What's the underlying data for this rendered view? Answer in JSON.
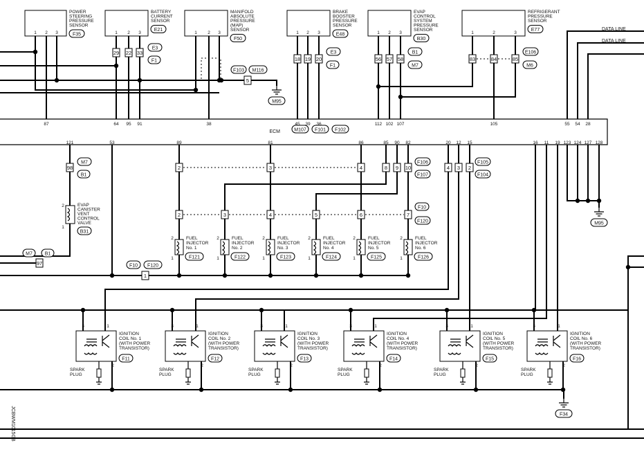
{
  "sensors": {
    "ps": {
      "name": [
        "POWER",
        "STEERING",
        "PRESSURE",
        "SENSOR"
      ],
      "conn": "F35",
      "pins": [
        "1",
        "2",
        "3"
      ]
    },
    "bc": {
      "name": [
        "BATTERY",
        "CURRENT",
        "SENSOR"
      ],
      "conn": "E21",
      "pins": [
        "1",
        "2",
        "3"
      ]
    },
    "map": {
      "name": [
        "MANIFOLD",
        "ABSOLUTE",
        "PRESSURE",
        "(MAP)",
        "SENSOR"
      ],
      "conn": "F50",
      "pins": [
        "1",
        "2",
        "3"
      ]
    },
    "bb": {
      "name": [
        "BRAKE",
        "BOOSTER",
        "PRESSURE",
        "SENSOR"
      ],
      "conn": "E48",
      "pins": [
        "1",
        "2",
        "3"
      ]
    },
    "evap": {
      "name": [
        "EVAP",
        "CONTROL",
        "SYSTEM",
        "PRESSURE",
        "SENSOR"
      ],
      "conn": "B30",
      "pins": [
        "1",
        "2",
        "3"
      ]
    },
    "ref": {
      "name": [
        "REFRIGERANT",
        "PRESSURE",
        "SENSOR"
      ],
      "conn": "E77",
      "pins": [
        "1",
        "2",
        "3"
      ]
    }
  },
  "joints": {
    "j1": {
      "pins": [
        "29",
        "22",
        "33"
      ],
      "c1": "E3",
      "c2": "F1"
    },
    "j2": {
      "pins": [
        "18",
        "19",
        "20"
      ],
      "c1": "E3",
      "c2": "F1"
    },
    "j3": {
      "pins": [
        "56",
        "57",
        "58"
      ],
      "c1": "B1",
      "c2": "M7"
    },
    "j4": {
      "pins": [
        "83",
        "84",
        "85"
      ],
      "c1": "E106",
      "c2": "M6"
    },
    "j5": {
      "pin": "5",
      "c1": "F103",
      "c2": "M116"
    }
  },
  "grounds": {
    "g1": "M95",
    "g2": "M95",
    "g3": "F34"
  },
  "data_lines": [
    "DATA LINE",
    "DATA LINE"
  ],
  "ecm": {
    "label": "ECM",
    "conns": [
      "M107",
      "F101",
      "F102"
    ],
    "top_pins": [
      "87",
      "64",
      "95",
      "91",
      "38",
      "45",
      "39",
      "36",
      "112",
      "102",
      "107",
      "105",
      "55",
      "54",
      "28"
    ],
    "bottom_pins": [
      "121",
      "53",
      "89",
      "81",
      "86",
      "85",
      "90",
      "82",
      "20",
      "12",
      "15",
      "16",
      "11",
      "19",
      "123",
      "124",
      "127",
      "128"
    ]
  },
  "injector_row1": {
    "pins": [
      "2",
      "3",
      "4",
      "8",
      "9",
      "10"
    ],
    "c1": "F106",
    "c2": "F107"
  },
  "injector_row1b": {
    "pins": [
      "4",
      "3",
      "2"
    ],
    "c1": "F105",
    "c2": "F104"
  },
  "injector_row2": {
    "pins": [
      "2",
      "3",
      "4",
      "5",
      "6",
      "7"
    ],
    "c1": "F10",
    "c2": "F120"
  },
  "injectors": [
    {
      "name": [
        "FUEL",
        "INJECTOR",
        "No. 1"
      ],
      "conn": "F121"
    },
    {
      "name": [
        "FUEL",
        "INJECTOR",
        "No. 2"
      ],
      "conn": "F122"
    },
    {
      "name": [
        "FUEL",
        "INJECTOR",
        "No. 3"
      ],
      "conn": "F123"
    },
    {
      "name": [
        "FUEL",
        "INJECTOR",
        "No. 4"
      ],
      "conn": "F124"
    },
    {
      "name": [
        "FUEL",
        "INJECTOR",
        "No. 5"
      ],
      "conn": "F125"
    },
    {
      "name": [
        "FUEL",
        "INJECTOR",
        "No. 6"
      ],
      "conn": "F126"
    }
  ],
  "injector_pins": [
    "2",
    "1"
  ],
  "evap_valve": {
    "name": [
      "EVAP",
      "CANISTER",
      "VENT",
      "CONTROL",
      "VALVE"
    ],
    "conn": "B31",
    "pins": [
      "2",
      "1"
    ],
    "jpin": "98",
    "c1": "M7",
    "c2": "B1"
  },
  "joint97": {
    "pin": "97",
    "c1": "M7",
    "c2": "B1"
  },
  "joint1": {
    "pin": "1",
    "c1": "F10",
    "c2": "F120"
  },
  "coils": [
    {
      "name": [
        "IGNITION",
        "COIL No. 1",
        "(WITH POWER",
        "TRANSISTOR)"
      ],
      "conn": "F11"
    },
    {
      "name": [
        "IGNITION",
        "COIL No. 2",
        "(WITH POWER",
        "TRANSISTOR)"
      ],
      "conn": "F12"
    },
    {
      "name": [
        "IGNITION",
        "COIL No. 3",
        "(WITH POWER",
        "TRANSISTOR)"
      ],
      "conn": "F13"
    },
    {
      "name": [
        "IGNITION",
        "COIL No. 4",
        "(WITH POWER",
        "TRANSISTOR)"
      ],
      "conn": "F14"
    },
    {
      "name": [
        "IGNITION",
        "COIL No. 5",
        "(WITH POWER",
        "TRANSISTOR)"
      ],
      "conn": "F15"
    },
    {
      "name": [
        "IGNITION",
        "COIL No. 6",
        "(WITH POWER",
        "TRANSISTOR)"
      ],
      "conn": "F16"
    }
  ],
  "coil_pins": [
    "3",
    "1",
    "2"
  ],
  "spark_plug": [
    "SPARK",
    "PLUG"
  ],
  "ref_code": "JCBWM1015GB"
}
